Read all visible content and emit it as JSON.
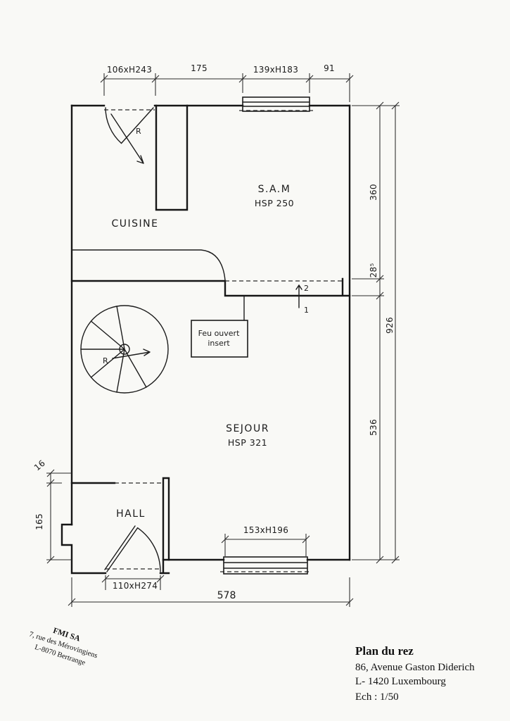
{
  "page": {
    "background": "#f9f9f6",
    "ink": "#161616"
  },
  "rooms": {
    "cuisine": {
      "label": "CUISINE"
    },
    "sam": {
      "label": "S.A.M",
      "hsp": "HSP 250"
    },
    "sejour": {
      "label": "SEJOUR",
      "hsp": "HSP 321"
    },
    "hall": {
      "label": "HALL"
    },
    "fireplace": {
      "line1": "Feu ouvert",
      "line2": "insert"
    }
  },
  "annotations": {
    "door_radius": "R",
    "stair_radius": "R",
    "step_upper": "2",
    "step_lower": "1"
  },
  "dimensions": {
    "top": {
      "door": "106xH243",
      "seg2": "175",
      "window": "139xH183",
      "seg4": "91"
    },
    "right": {
      "seg1": "360",
      "seg2": "28⁵",
      "seg3": "536",
      "total": "926"
    },
    "left": {
      "seg1": "16",
      "seg2": "165"
    },
    "bottom": {
      "total": "578"
    },
    "window_bottom": "153xH196",
    "hall_door": "110xH274"
  },
  "stamp": {
    "company": "FMI SA",
    "street": "7, rue des Mérovingiens",
    "city": "L-8070 Bertrange"
  },
  "title_block": {
    "title": "Plan du rez",
    "address_line1": "86, Avenue Gaston Diderich",
    "address_line2": "L- 1420 Luxembourg",
    "scale": "Ech : 1/50"
  }
}
